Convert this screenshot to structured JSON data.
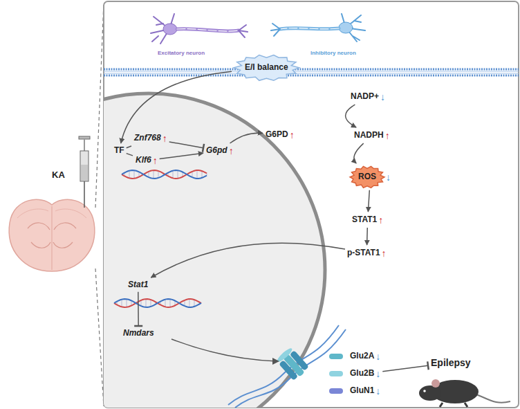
{
  "diagram": {
    "nodes": [
      {
        "text": [
          "E/I balance"
        ]
      },
      {
        "text": [
          "TF"
        ]
      },
      {
        "text": [
          "Znf768",
          "↑"
        ]
      },
      {
        "text": [
          "Klf6",
          "↑"
        ]
      },
      {
        "text": [
          "G6pd",
          "↑"
        ]
      },
      {
        "text": [
          "G6PD",
          "↑"
        ]
      },
      {
        "text": [
          "NADP+",
          "↓"
        ]
      },
      {
        "text": [
          "NADPH",
          "↑"
        ]
      },
      {
        "text": [
          "ROS",
          "↓"
        ]
      },
      {
        "text": [
          "STAT1",
          "↑"
        ]
      },
      {
        "text": [
          "p-STAT1",
          "↑"
        ]
      },
      {
        "text": [
          "Stat1"
        ]
      },
      {
        "text": [
          "Nmdars"
        ]
      },
      {
        "text": [
          "Glu2A",
          "↓"
        ]
      },
      {
        "text": [
          "Glu2B",
          "↓"
        ]
      },
      {
        "text": [
          "GluN1",
          "↓"
        ]
      },
      {
        "text": [
          "Epilepsy"
        ]
      }
    ],
    "edges": [
      {
        "from": 0,
        "to": 1,
        "arrow": "to"
      },
      {
        "from": 1,
        "to": 2,
        "arrow": "none"
      },
      {
        "from": 1,
        "to": 3,
        "arrow": "none"
      },
      {
        "from": 2,
        "to": 4,
        "arrow": "to"
      },
      {
        "from": 3,
        "to": 4,
        "arrow": "to"
      },
      {
        "from": 4,
        "to": 5,
        "arrow": "to"
      },
      {
        "from": 6,
        "to": 7,
        "arrow": "to"
      },
      {
        "from": 7,
        "to": 8,
        "arrow": "to"
      },
      {
        "from": 8,
        "to": 9,
        "arrow": "to"
      },
      {
        "from": 9,
        "to": 10,
        "arrow": "to"
      },
      {
        "from": 10,
        "to": 11,
        "arrow": "to"
      },
      {
        "from": 11,
        "to": 12,
        "arrow": "to"
      },
      {
        "from": 14,
        "to": 16,
        "arrow": "to"
      }
    ],
    "labels": [
      "KA",
      "Excitatory neuron",
      "Inhibitory neuron"
    ]
  }
}
